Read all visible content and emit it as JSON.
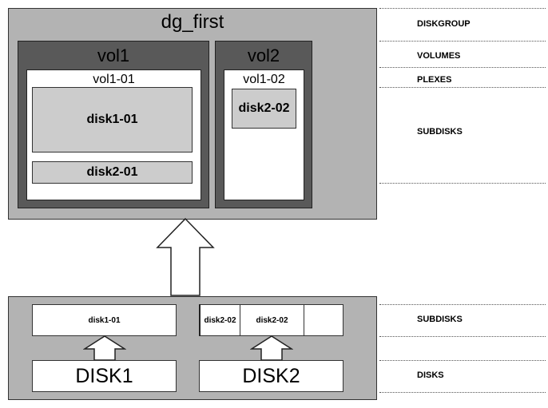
{
  "diskgroup": {
    "name": "dg_first",
    "volumes": [
      {
        "name": "vol1",
        "plex": "vol1-01",
        "subdisks": [
          "disk1-01",
          "disk2-01"
        ]
      },
      {
        "name": "vol2",
        "plex": "vol1-02",
        "subdisks": [
          "disk2-02"
        ]
      }
    ]
  },
  "physical": {
    "disk1": {
      "name": "DISK1",
      "subdisks": [
        "disk1-01"
      ]
    },
    "disk2": {
      "name": "DISK2",
      "subdisks": [
        "disk2-02",
        "disk2-02"
      ]
    }
  },
  "layers": {
    "diskgroup": "DISKGROUP",
    "volumes": "VOLUMES",
    "plexes": "PLEXES",
    "subdisks_top": "SUBDISKS",
    "subdisks_bottom": "SUBDISKS",
    "disks": "DISKS"
  },
  "colors": {
    "group_fill": "#b3b3b3",
    "volume_fill": "#595959",
    "plex_fill": "#ffffff",
    "subdisk_fill": "#cccccc"
  }
}
